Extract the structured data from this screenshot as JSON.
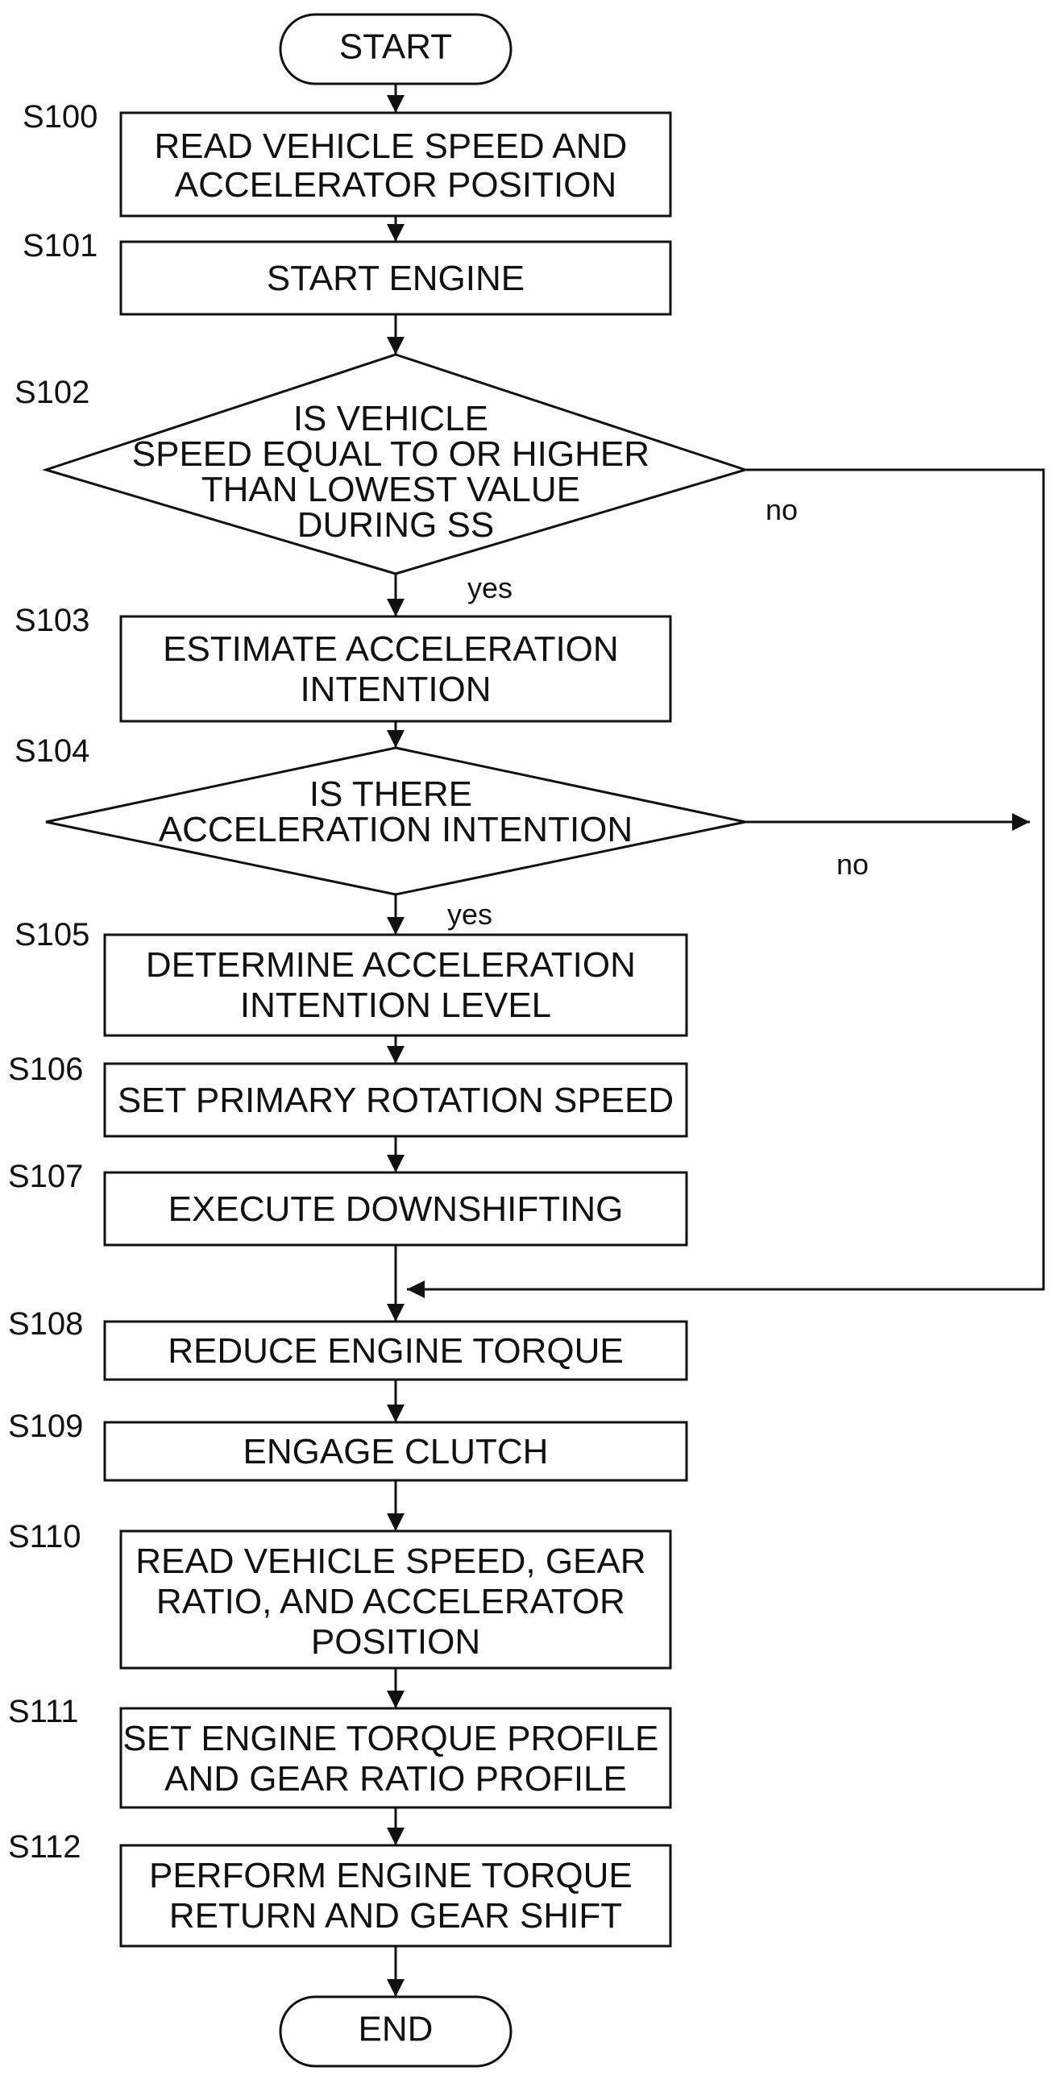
{
  "flowchart": {
    "start": "START",
    "end": "END",
    "steps": [
      {
        "id": "S100",
        "lines": [
          "READ VEHICLE SPEED AND",
          "ACCELERATOR POSITION"
        ]
      },
      {
        "id": "S101",
        "lines": [
          "START ENGINE"
        ]
      },
      {
        "id": "S102",
        "lines": [
          "IS VEHICLE",
          "SPEED EQUAL TO OR HIGHER",
          "THAN LOWEST VALUE",
          "DURING SS"
        ]
      },
      {
        "id": "S103",
        "lines": [
          "ESTIMATE ACCELERATION",
          "INTENTION"
        ]
      },
      {
        "id": "S104",
        "lines": [
          "IS THERE",
          "ACCELERATION INTENTION"
        ]
      },
      {
        "id": "S105",
        "lines": [
          "DETERMINE ACCELERATION",
          "INTENTION LEVEL"
        ]
      },
      {
        "id": "S106",
        "lines": [
          "SET PRIMARY ROTATION SPEED"
        ]
      },
      {
        "id": "S107",
        "lines": [
          "EXECUTE DOWNSHIFTING"
        ]
      },
      {
        "id": "S108",
        "lines": [
          "REDUCE ENGINE TORQUE"
        ]
      },
      {
        "id": "S109",
        "lines": [
          "ENGAGE CLUTCH"
        ]
      },
      {
        "id": "S110",
        "lines": [
          "READ VEHICLE SPEED, GEAR",
          "RATIO, AND ACCELERATOR",
          "POSITION"
        ]
      },
      {
        "id": "S111",
        "lines": [
          "SET ENGINE TORQUE PROFILE",
          "AND GEAR RATIO PROFILE"
        ]
      },
      {
        "id": "S112",
        "lines": [
          "PERFORM ENGINE TORQUE",
          "RETURN AND GEAR SHIFT"
        ]
      }
    ],
    "branch_labels": {
      "s102_yes": "yes",
      "s102_no": "no",
      "s104_yes": "yes",
      "s104_no": "no"
    }
  }
}
